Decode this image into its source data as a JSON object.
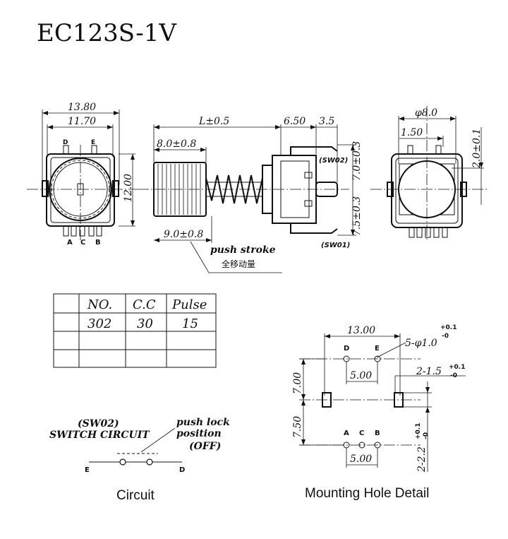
{
  "title": "EC123S-1V",
  "front_view": {
    "dim_overall_width": "13.80",
    "dim_inner_width": "11.70",
    "dim_height": "12.00",
    "pin_top_left": "D",
    "pin_top_right": "E",
    "pin_a": "A",
    "pin_c": "C",
    "pin_b": "B"
  },
  "side_view": {
    "dim_length": "L±0.5",
    "dim_body": "6.50",
    "dim_pin": "3.5",
    "dim_knob": "8.0±0.8",
    "dim_stroke": "9.0±0.8",
    "dim_upper": "7.0±0.3",
    "dim_lower": "7.5±0.3",
    "sw02_label": "(SW02)",
    "sw01_label": "(SW01)",
    "push_stroke_en": "push stroke",
    "push_stroke_cn": "全移动量"
  },
  "rear_view": {
    "dim_diameter": "φ8.0",
    "dim_offset": "1.50",
    "dim_vertical": "2.0±0.1"
  },
  "spec_table": {
    "headers": [
      "",
      "NO.",
      "C.C",
      "Pulse"
    ],
    "rows": [
      [
        "",
        "302",
        "30",
        "15"
      ],
      [
        "",
        "",
        "",
        ""
      ],
      [
        "",
        "",
        "",
        ""
      ]
    ]
  },
  "circuit": {
    "sw_label": "(SW02)",
    "title": "SWITCH CIRCUIT",
    "push_lock": "push lock",
    "position": "position",
    "off": "(OFF)",
    "end_left": "E",
    "end_right": "D",
    "caption": "Circuit"
  },
  "mounting": {
    "dim_width": "13.00",
    "hole_note": "5-φ1.0",
    "hole_tol_plus": "+0.1",
    "hole_tol_minus": "-0",
    "slot_note": "2-1.5",
    "slot_tol_plus": "+0.1",
    "slot_tol_minus": "-0",
    "pitch_top": "5.00",
    "pitch_bottom": "5.00",
    "dim_upper": "7.00",
    "dim_lower": "7.50",
    "slot_vertical": "2-2.2",
    "slot_vertical_tol_plus": "+0.1",
    "slot_vertical_tol_minus": "-0",
    "pin_d": "D",
    "pin_e": "E",
    "pin_a": "A",
    "pin_c": "C",
    "pin_b": "B",
    "caption": "Mounting Hole Detail"
  }
}
